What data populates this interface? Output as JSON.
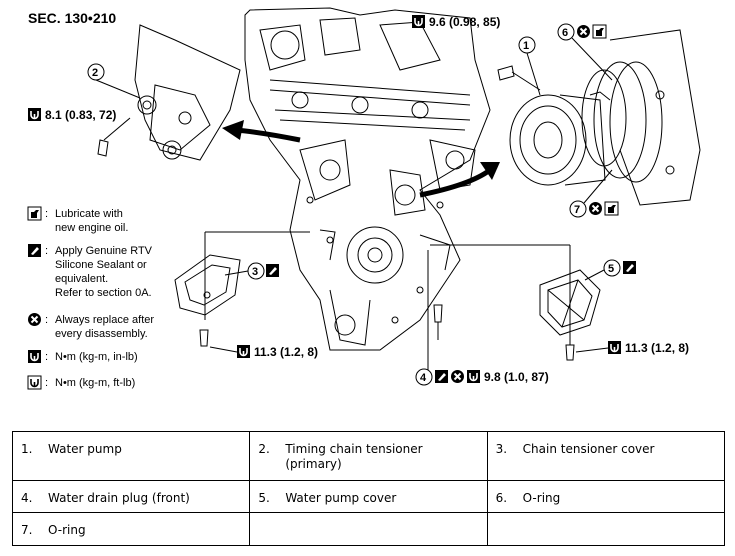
{
  "diagram": {
    "section": "SEC. 130•210",
    "torques": {
      "top": "9.6 (0.98, 85)",
      "left": "8.1 (0.83, 72)",
      "cover3": "11.3 (1.2, 8)",
      "cover5": "11.3 (1.2, 8)",
      "plug": "9.8 (1.0, 87)"
    },
    "callouts": [
      "1",
      "2",
      "3",
      "4",
      "5",
      "6",
      "7"
    ],
    "legend": [
      {
        "icon": "oil-can-icon",
        "lines": [
          "Lubricate with",
          "new engine oil."
        ]
      },
      {
        "icon": "sealant-tube-icon",
        "lines": [
          "Apply Genuine RTV",
          "Silicone Sealant or",
          "equivalent.",
          "Refer to section 0A."
        ]
      },
      {
        "icon": "replace-x-icon",
        "lines": [
          "Always replace after",
          "every disassembly."
        ]
      },
      {
        "icon": "torque-nm-inlb-icon",
        "lines": [
          "N•m (kg-m, in-lb)"
        ]
      },
      {
        "icon": "torque-nm-ftlb-icon",
        "lines": [
          "N•m (kg-m, ft-lb)"
        ]
      }
    ],
    "legend_separator": ":"
  },
  "parts_table": [
    [
      {
        "num": "1.",
        "label": "Water pump"
      },
      {
        "num": "2.",
        "label": "Timing chain tensioner (primary)"
      },
      {
        "num": "3.",
        "label": "Chain tensioner cover"
      }
    ],
    [
      {
        "num": "4.",
        "label": "Water drain plug (front)"
      },
      {
        "num": "5.",
        "label": "Water pump cover"
      },
      {
        "num": "6.",
        "label": "O-ring"
      }
    ],
    [
      {
        "num": "7.",
        "label": "O-ring"
      },
      {
        "num": "",
        "label": ""
      },
      {
        "num": "",
        "label": ""
      }
    ]
  ]
}
